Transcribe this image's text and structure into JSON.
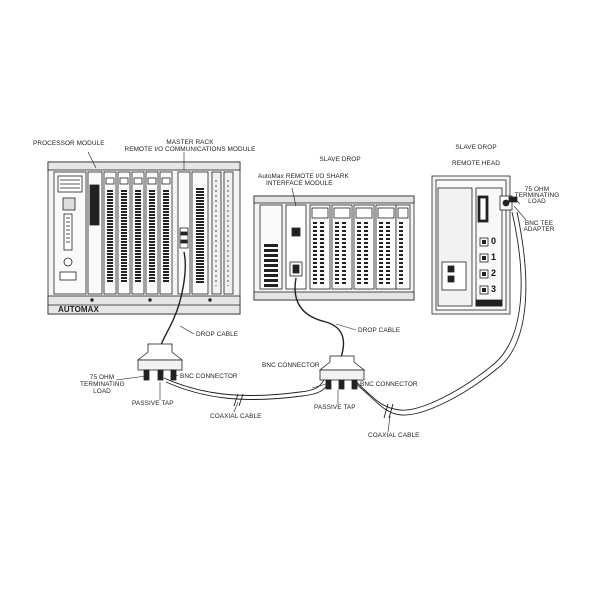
{
  "labels": {
    "processor_module": "PROCESSOR MODULE",
    "master_rack": "MASTER RACK",
    "remote_io_comm_module": "REMOTE I/O COMMUNICATIONS MODULE",
    "automax": "AUTOMAX",
    "slave_drop_middle": "SLAVE DROP",
    "shark_interface_line1": "AutoMax REMOTE I/O SHARK",
    "shark_interface_line2": "INTERFACE MODULE",
    "slave_drop_right": "SLAVE DROP",
    "remote_head": "REMOTE HEAD",
    "terminating_load_right_1": "75 OHM",
    "terminating_load_right_2": "TERMINATING",
    "terminating_load_right_3": "LOAD",
    "bnc_tee_1": "BNC TEE",
    "bnc_tee_2": "ADAPTER",
    "drop_cable_left": "DROP CABLE",
    "drop_cable_right": "DROP CABLE",
    "terminating_load_left_1": "75 OHM",
    "terminating_load_left_2": "TERMINATING",
    "terminating_load_left_3": "LOAD",
    "bnc_connector_left": "BNC CONNECTOR",
    "passive_tap_left": "PASSIVE TAP",
    "coaxial_cable_left": "COAXIAL CABLE",
    "bnc_connector_mid_left": "BNC CONNECTOR",
    "bnc_connector_mid_right": "BNC CONNECTOR",
    "passive_tap_right": "PASSIVE TAP",
    "coaxial_cable_right": "COAXIAL CABLE"
  },
  "remote_head_ports": [
    "0",
    "1",
    "2",
    "3"
  ]
}
